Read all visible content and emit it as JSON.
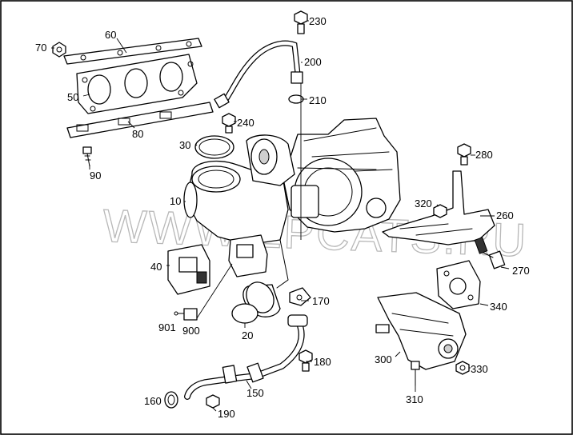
{
  "watermark": "WWW.EPCATS.RU",
  "callouts": [
    {
      "id": "c10",
      "text": "10"
    },
    {
      "id": "c20",
      "text": "20"
    },
    {
      "id": "c30",
      "text": "30"
    },
    {
      "id": "c40",
      "text": "40"
    },
    {
      "id": "c50",
      "text": "50"
    },
    {
      "id": "c60",
      "text": "60"
    },
    {
      "id": "c70",
      "text": "70"
    },
    {
      "id": "c80",
      "text": "80"
    },
    {
      "id": "c90",
      "text": "90"
    },
    {
      "id": "c150",
      "text": "150"
    },
    {
      "id": "c160",
      "text": "160"
    },
    {
      "id": "c170",
      "text": "170"
    },
    {
      "id": "c180",
      "text": "180"
    },
    {
      "id": "c190",
      "text": "190"
    },
    {
      "id": "c200",
      "text": "200"
    },
    {
      "id": "c210",
      "text": "210"
    },
    {
      "id": "c230",
      "text": "230"
    },
    {
      "id": "c240",
      "text": "240"
    },
    {
      "id": "c260",
      "text": "260"
    },
    {
      "id": "c270",
      "text": "270"
    },
    {
      "id": "c280",
      "text": "280"
    },
    {
      "id": "c300",
      "text": "300"
    },
    {
      "id": "c310",
      "text": "310"
    },
    {
      "id": "c320",
      "text": "320"
    },
    {
      "id": "c330",
      "text": "330"
    },
    {
      "id": "c340",
      "text": "340"
    },
    {
      "id": "c900",
      "text": "900"
    },
    {
      "id": "c901",
      "text": "901"
    }
  ]
}
